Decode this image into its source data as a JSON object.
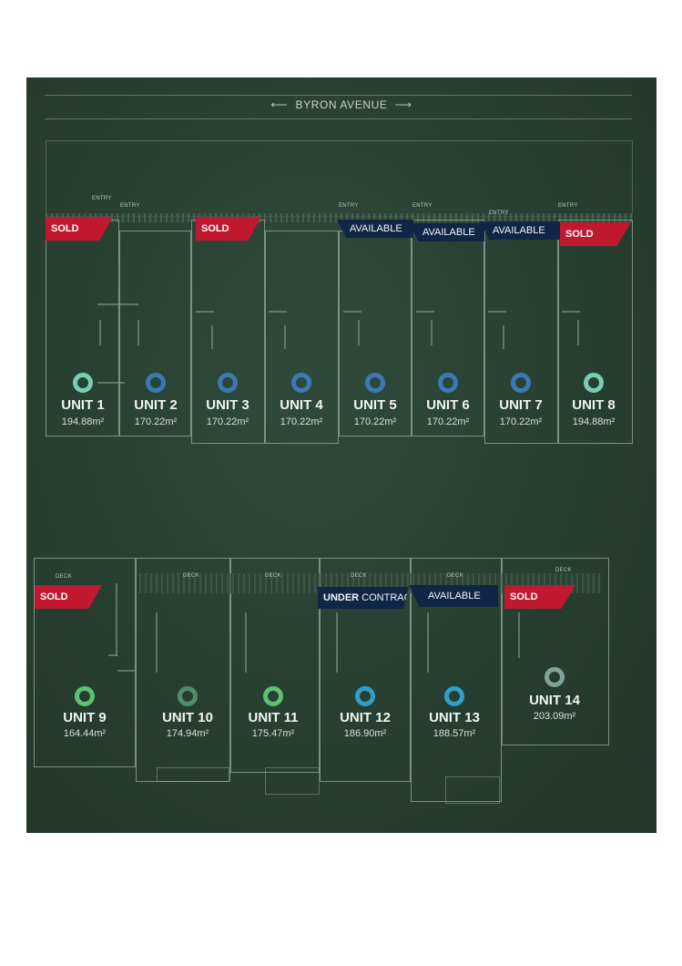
{
  "street": {
    "name": "BYRON AVENUE",
    "arrow_left": "⟵",
    "arrow_right": "⟶"
  },
  "labels": {
    "entry": "ENTRY",
    "deck": "DECK"
  },
  "colors": {
    "sold": "#c0182f",
    "available": "#0f2646",
    "ring_teal": "#78cdb7",
    "ring_blue": "#3d78b6",
    "ring_green": "#5cc172",
    "ring_cyan": "#2f9fc9"
  },
  "top_units": [
    {
      "name": "UNIT 1",
      "area": "194.88m²",
      "ring": "#78cdb7"
    },
    {
      "name": "UNIT 2",
      "area": "170.22m²",
      "ring": "#3d78b6"
    },
    {
      "name": "UNIT 3",
      "area": "170.22m²",
      "ring": "#3d78b6"
    },
    {
      "name": "UNIT 4",
      "area": "170.22m²",
      "ring": "#3d78b6"
    },
    {
      "name": "UNIT 5",
      "area": "170.22m²",
      "ring": "#3d78b6"
    },
    {
      "name": "UNIT 6",
      "area": "170.22m²",
      "ring": "#3d78b6"
    },
    {
      "name": "UNIT 7",
      "area": "170.22m²",
      "ring": "#3d78b6"
    },
    {
      "name": "UNIT 8",
      "area": "194.88m²",
      "ring": "#78cdb7"
    }
  ],
  "bottom_units": [
    {
      "name": "UNIT 9",
      "area": "164.44m²",
      "ring": "#5cc172"
    },
    {
      "name": "UNIT 10",
      "area": "174.94m²",
      "ring": "#4f8e6c"
    },
    {
      "name": "UNIT 11",
      "area": "175.47m²",
      "ring": "#5cc172"
    },
    {
      "name": "UNIT 12",
      "area": "186.90m²",
      "ring": "#2f9fc9"
    },
    {
      "name": "UNIT 13",
      "area": "188.57m²",
      "ring": "#2f9fc9"
    },
    {
      "name": "UNIT 14",
      "area": "203.09m²",
      "ring": "#7fa49a"
    }
  ],
  "badges": {
    "sold": "SOLD",
    "available": "AVAILABLE",
    "under_bold": "UNDER",
    "under_rest": " CONTRACT"
  }
}
